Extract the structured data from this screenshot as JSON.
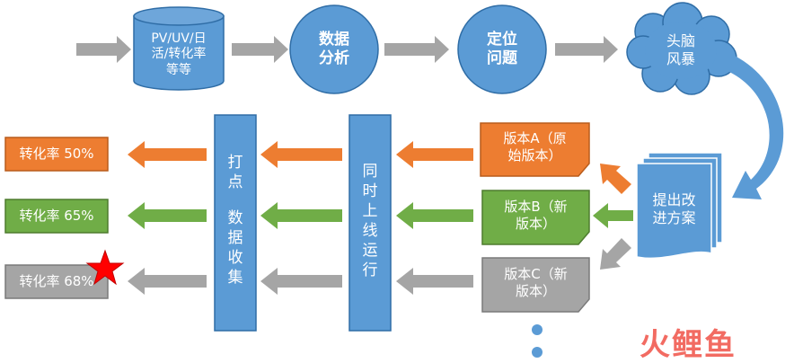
{
  "steps": {
    "metrics": "PV/UV/日\n活/转化率\n等等",
    "analyze": "数据\n分析",
    "locate": "定位\n问题",
    "brainstorm": "头脑\n风暴",
    "proposal": "提出改\n进方案"
  },
  "versions": {
    "a": "版本A（原\n始版本）",
    "b": "版本B（新\n版本）",
    "c": "版本C（新\n版本）"
  },
  "bars": {
    "online": [
      "同",
      "时",
      "上",
      "线",
      "运",
      "行"
    ],
    "collect": [
      "打",
      "点",
      "",
      "数",
      "据",
      "收",
      "集"
    ]
  },
  "results": {
    "a": "转化率 50%",
    "b": "转化率 65%",
    "c": "转化率 68%"
  },
  "colors": {
    "blue": "#5b9bd5",
    "orange": "#ed7d31",
    "green": "#70ad47",
    "gray": "#a5a5a5",
    "star": "#ff0000"
  },
  "watermark": "火鲤鱼"
}
